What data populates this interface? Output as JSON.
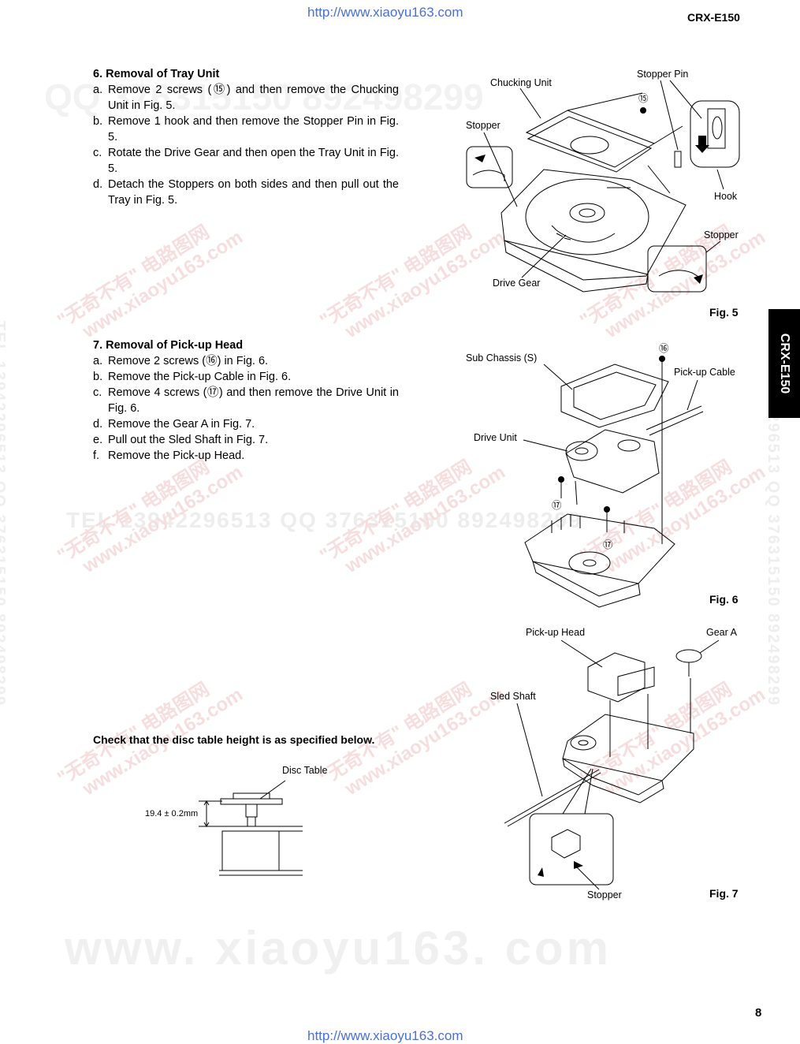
{
  "header": {
    "url": "http://www.xiaoyu163.com",
    "model": "CRX-E150"
  },
  "footer": {
    "url": "http://www.xiaoyu163.com",
    "page_number": "8"
  },
  "side_tab": "CRX-E150",
  "watermarks": {
    "big": "www. xiaoyu163. com",
    "qq": "QQ 376315150   892498299",
    "tel": "TEL 13942296513   QQ 376315150   892498299",
    "vertical": "TEL 13942296513  QQ 376315150  892498299",
    "stamp_cn": "\"无奇不有\" 电路图网",
    "stamp_url": "www.xiaoyu163.com"
  },
  "section6": {
    "title": "6.  Removal of Tray Unit",
    "steps": [
      {
        "key": "a.",
        "text": "Remove 2 screws (⑮) and then remove the Chucking Unit in Fig. 5."
      },
      {
        "key": "b.",
        "text": "Remove 1 hook and then remove the Stopper Pin in Fig. 5."
      },
      {
        "key": "c.",
        "text": "Rotate the Drive Gear and then open the Tray Unit in Fig. 5."
      },
      {
        "key": "d.",
        "text": "Detach the Stoppers on both sides and then pull out the Tray in Fig. 5."
      }
    ]
  },
  "section7": {
    "title": "7.  Removal of Pick-up Head",
    "steps": [
      {
        "key": "a.",
        "text": "Remove 2 screws (⑯) in Fig. 6."
      },
      {
        "key": "b.",
        "text": "Remove the Pick-up Cable in Fig. 6."
      },
      {
        "key": "c.",
        "text": "Remove 4 screws (⑰) and then remove the Drive Unit in Fig. 6."
      },
      {
        "key": "d.",
        "text": "Remove the Gear A in Fig. 7."
      },
      {
        "key": "e.",
        "text": "Pull out the Sled Shaft in Fig. 7."
      },
      {
        "key": "f.",
        "text": "Remove the Pick-up Head."
      }
    ]
  },
  "check": {
    "text": "Check that the disc table height is as specified below.",
    "disc_table_label": "Disc Table",
    "dimension": "19.4 ± 0.2mm"
  },
  "fig5": {
    "caption": "Fig. 5",
    "labels": {
      "chucking_unit": "Chucking Unit",
      "stopper_pin": "Stopper Pin",
      "screw": "⑮",
      "stopper_left": "Stopper",
      "hook": "Hook",
      "stopper_right": "Stopper",
      "drive_gear": "Drive Gear"
    }
  },
  "fig6": {
    "caption": "Fig. 6",
    "labels": {
      "screw16": "⑯",
      "sub_chassis": "Sub Chassis (S)",
      "pickup_cable": "Pick-up Cable",
      "drive_unit": "Drive Unit",
      "screw17a": "⑰",
      "screw17b": "⑰"
    }
  },
  "fig7": {
    "caption": "Fig. 7",
    "labels": {
      "pickup_head": "Pick-up Head",
      "gear_a": "Gear A",
      "sled_shaft": "Sled Shaft",
      "stopper": "Stopper"
    }
  }
}
